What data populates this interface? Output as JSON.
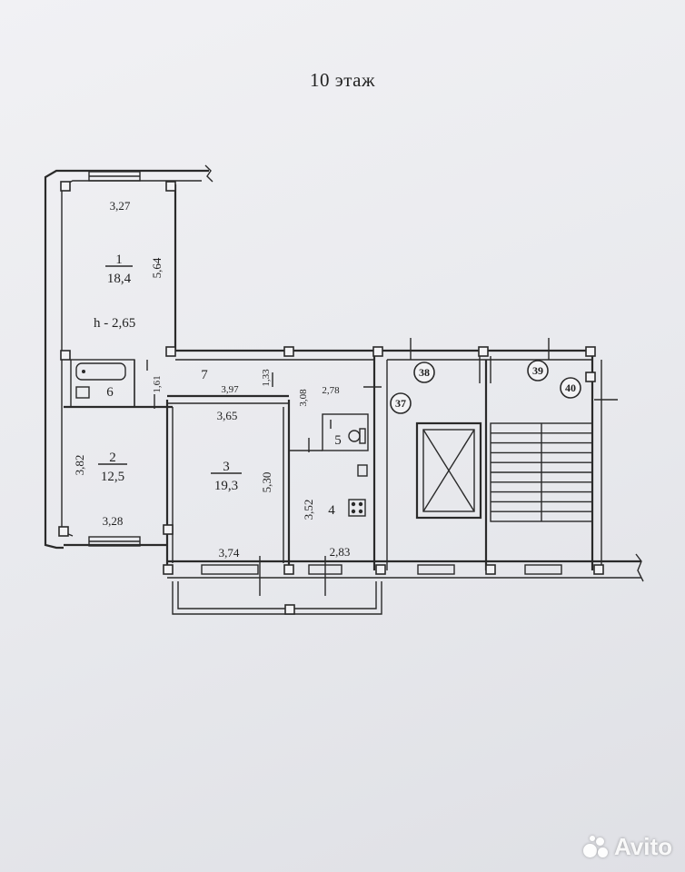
{
  "floor_title": "10 этаж",
  "rooms": [
    {
      "id": "1",
      "area": "18,4",
      "width": "3,27",
      "length": "5,64"
    },
    {
      "id": "2",
      "area": "12,5",
      "width": "3,28",
      "length": "3,82"
    },
    {
      "id": "3",
      "area": "19,3",
      "width": "3,74",
      "length": "5,30",
      "inner_width": "3,65"
    },
    {
      "id": "4",
      "width": "2,83",
      "length": "3,52"
    },
    {
      "id": "5"
    },
    {
      "id": "6",
      "width": "1,61"
    },
    {
      "id": "7",
      "length": "3,97",
      "width": "1,33"
    }
  ],
  "ceiling_height": "h - 2,65",
  "extra_dims": {
    "hall_left": "3,08",
    "hall_right": "2,78"
  },
  "axes": [
    "37",
    "38",
    "39",
    "40"
  ],
  "watermark": "Avito",
  "colors": {
    "ink": "#2a2a2a",
    "paper": "#ececf0"
  }
}
